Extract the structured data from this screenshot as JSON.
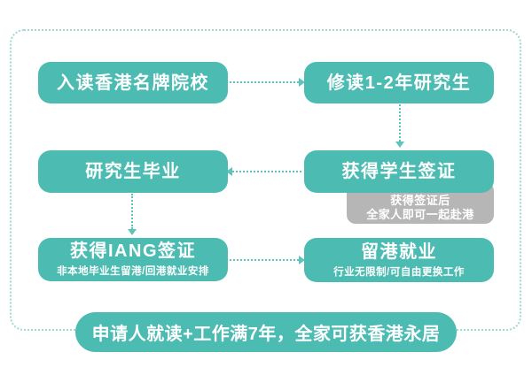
{
  "nodes": {
    "enroll": {
      "label": "入读香港名牌院校"
    },
    "study": {
      "label": "修读1-2年研究生"
    },
    "graduate": {
      "label": "研究生毕业"
    },
    "student_visa": {
      "label": "获得学生签证"
    },
    "visa_note": {
      "line1": "获得签证后",
      "line2": "全家人即可一起赴港"
    },
    "iang": {
      "label": "获得IANG签证",
      "sublabel": "非本地毕业生留港/回港就业安排"
    },
    "work": {
      "label": "留港就业",
      "sublabel": "行业无限制/可自由更换工作"
    },
    "footer": {
      "label": "申请人就读+工作满7年，全家可获香港永居"
    }
  },
  "colors": {
    "box_teal": "#4CBCB2",
    "note_gray": "#B6B6B6",
    "dashed_border": "#9FD9D2",
    "arrow": "#5EC3B9",
    "text": "#FFFFFF",
    "background": "#FFFFFF"
  }
}
